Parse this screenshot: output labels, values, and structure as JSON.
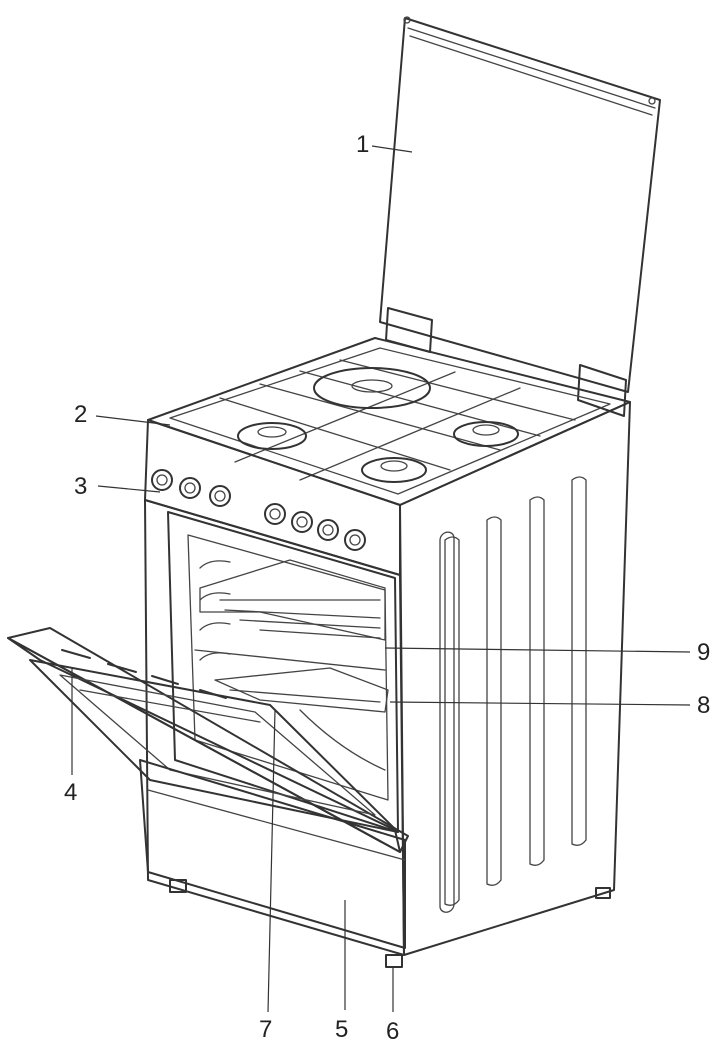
{
  "diagram": {
    "callouts": [
      {
        "id": "1",
        "text": "1"
      },
      {
        "id": "2",
        "text": "2"
      },
      {
        "id": "3",
        "text": "3"
      },
      {
        "id": "4",
        "text": "4"
      },
      {
        "id": "5",
        "text": "5"
      },
      {
        "id": "6",
        "text": "6"
      },
      {
        "id": "7",
        "text": "7"
      },
      {
        "id": "8",
        "text": "8"
      },
      {
        "id": "9",
        "text": "9"
      }
    ]
  }
}
